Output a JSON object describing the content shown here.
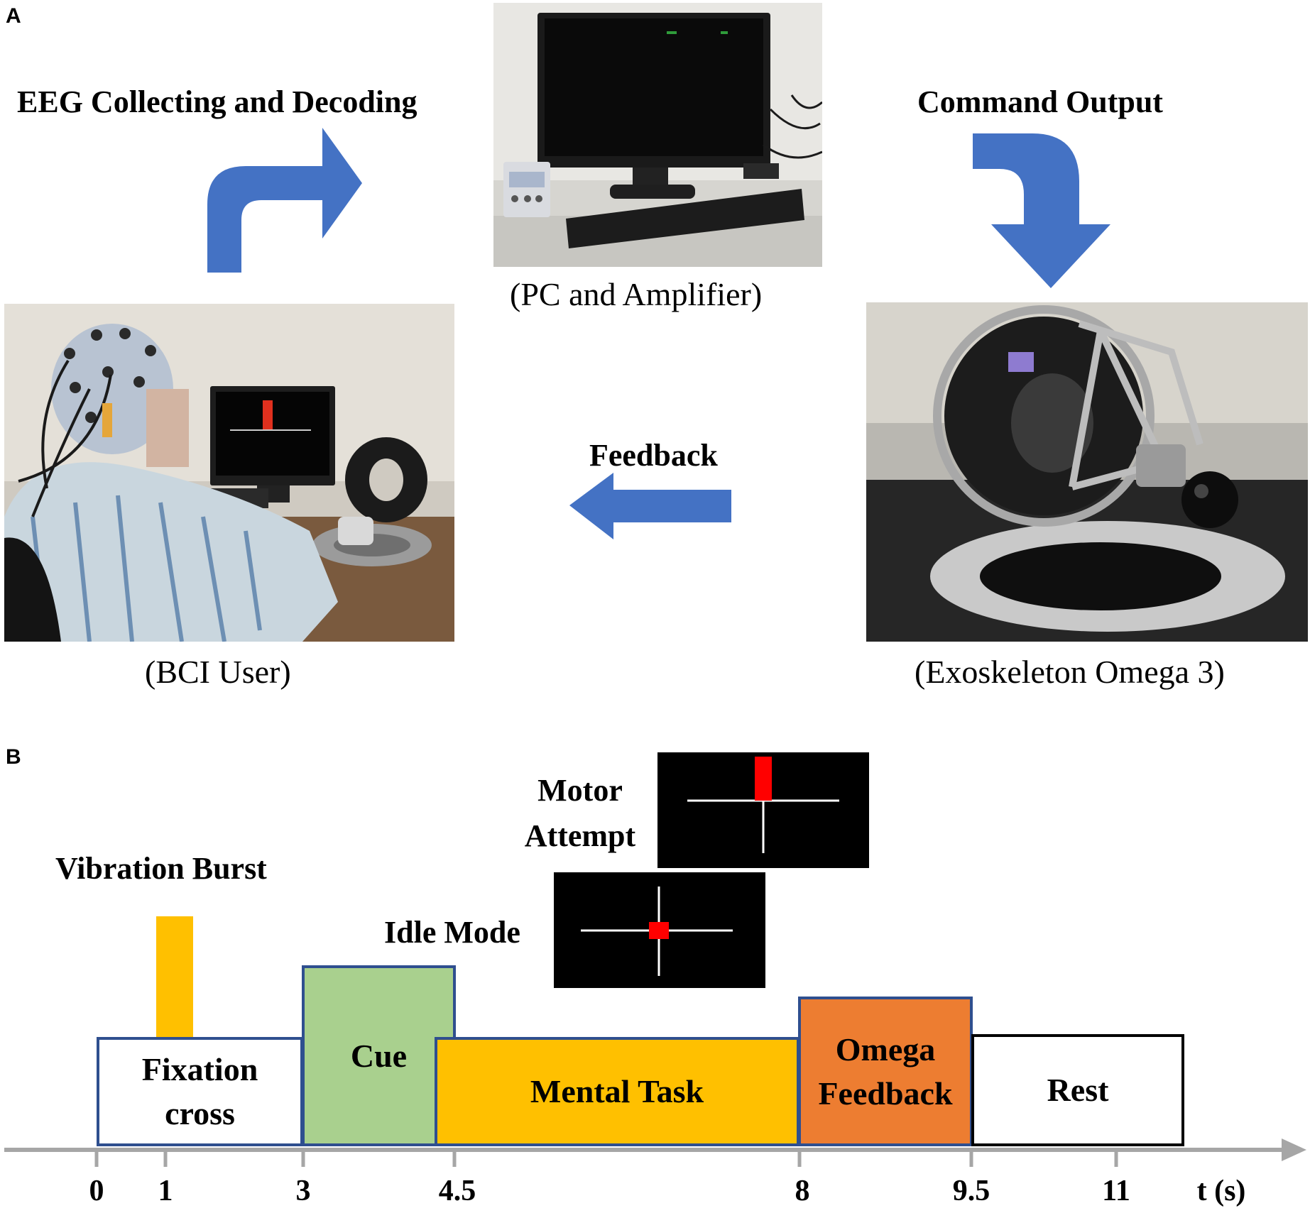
{
  "panel_a": {
    "label": "A",
    "flow": {
      "eeg": "EEG Collecting and Decoding",
      "command": "Command Output",
      "feedback": "Feedback"
    },
    "captions": {
      "pc": "(PC and Amplifier)",
      "user": "(BCI User)",
      "exo": "(Exoskeleton Omega 3)"
    },
    "colors": {
      "arrow": "#4472C4"
    }
  },
  "panel_b": {
    "label": "B",
    "vibration_label": "Vibration Burst",
    "screens": {
      "motor_label": "Motor\nAttempt",
      "idle_label": "Idle Mode"
    },
    "blocks": {
      "fixation": "Fixation\ncross",
      "cue": "Cue",
      "mental": "Mental Task",
      "omega": "Omega\nFeedback",
      "rest": "Rest"
    },
    "timeline": {
      "ticks": [
        "0",
        "1",
        "3",
        "4.5",
        "8",
        "9.5",
        "11"
      ],
      "unit": "t (s)"
    },
    "colors": {
      "vibration": "#FFC000",
      "cue": "#A9D08E",
      "mental": "#FFC000",
      "omega": "#ED7D31",
      "block_border": "#2F4F8F",
      "axis": "#A6A6A6",
      "marker": "#FF0000"
    }
  }
}
